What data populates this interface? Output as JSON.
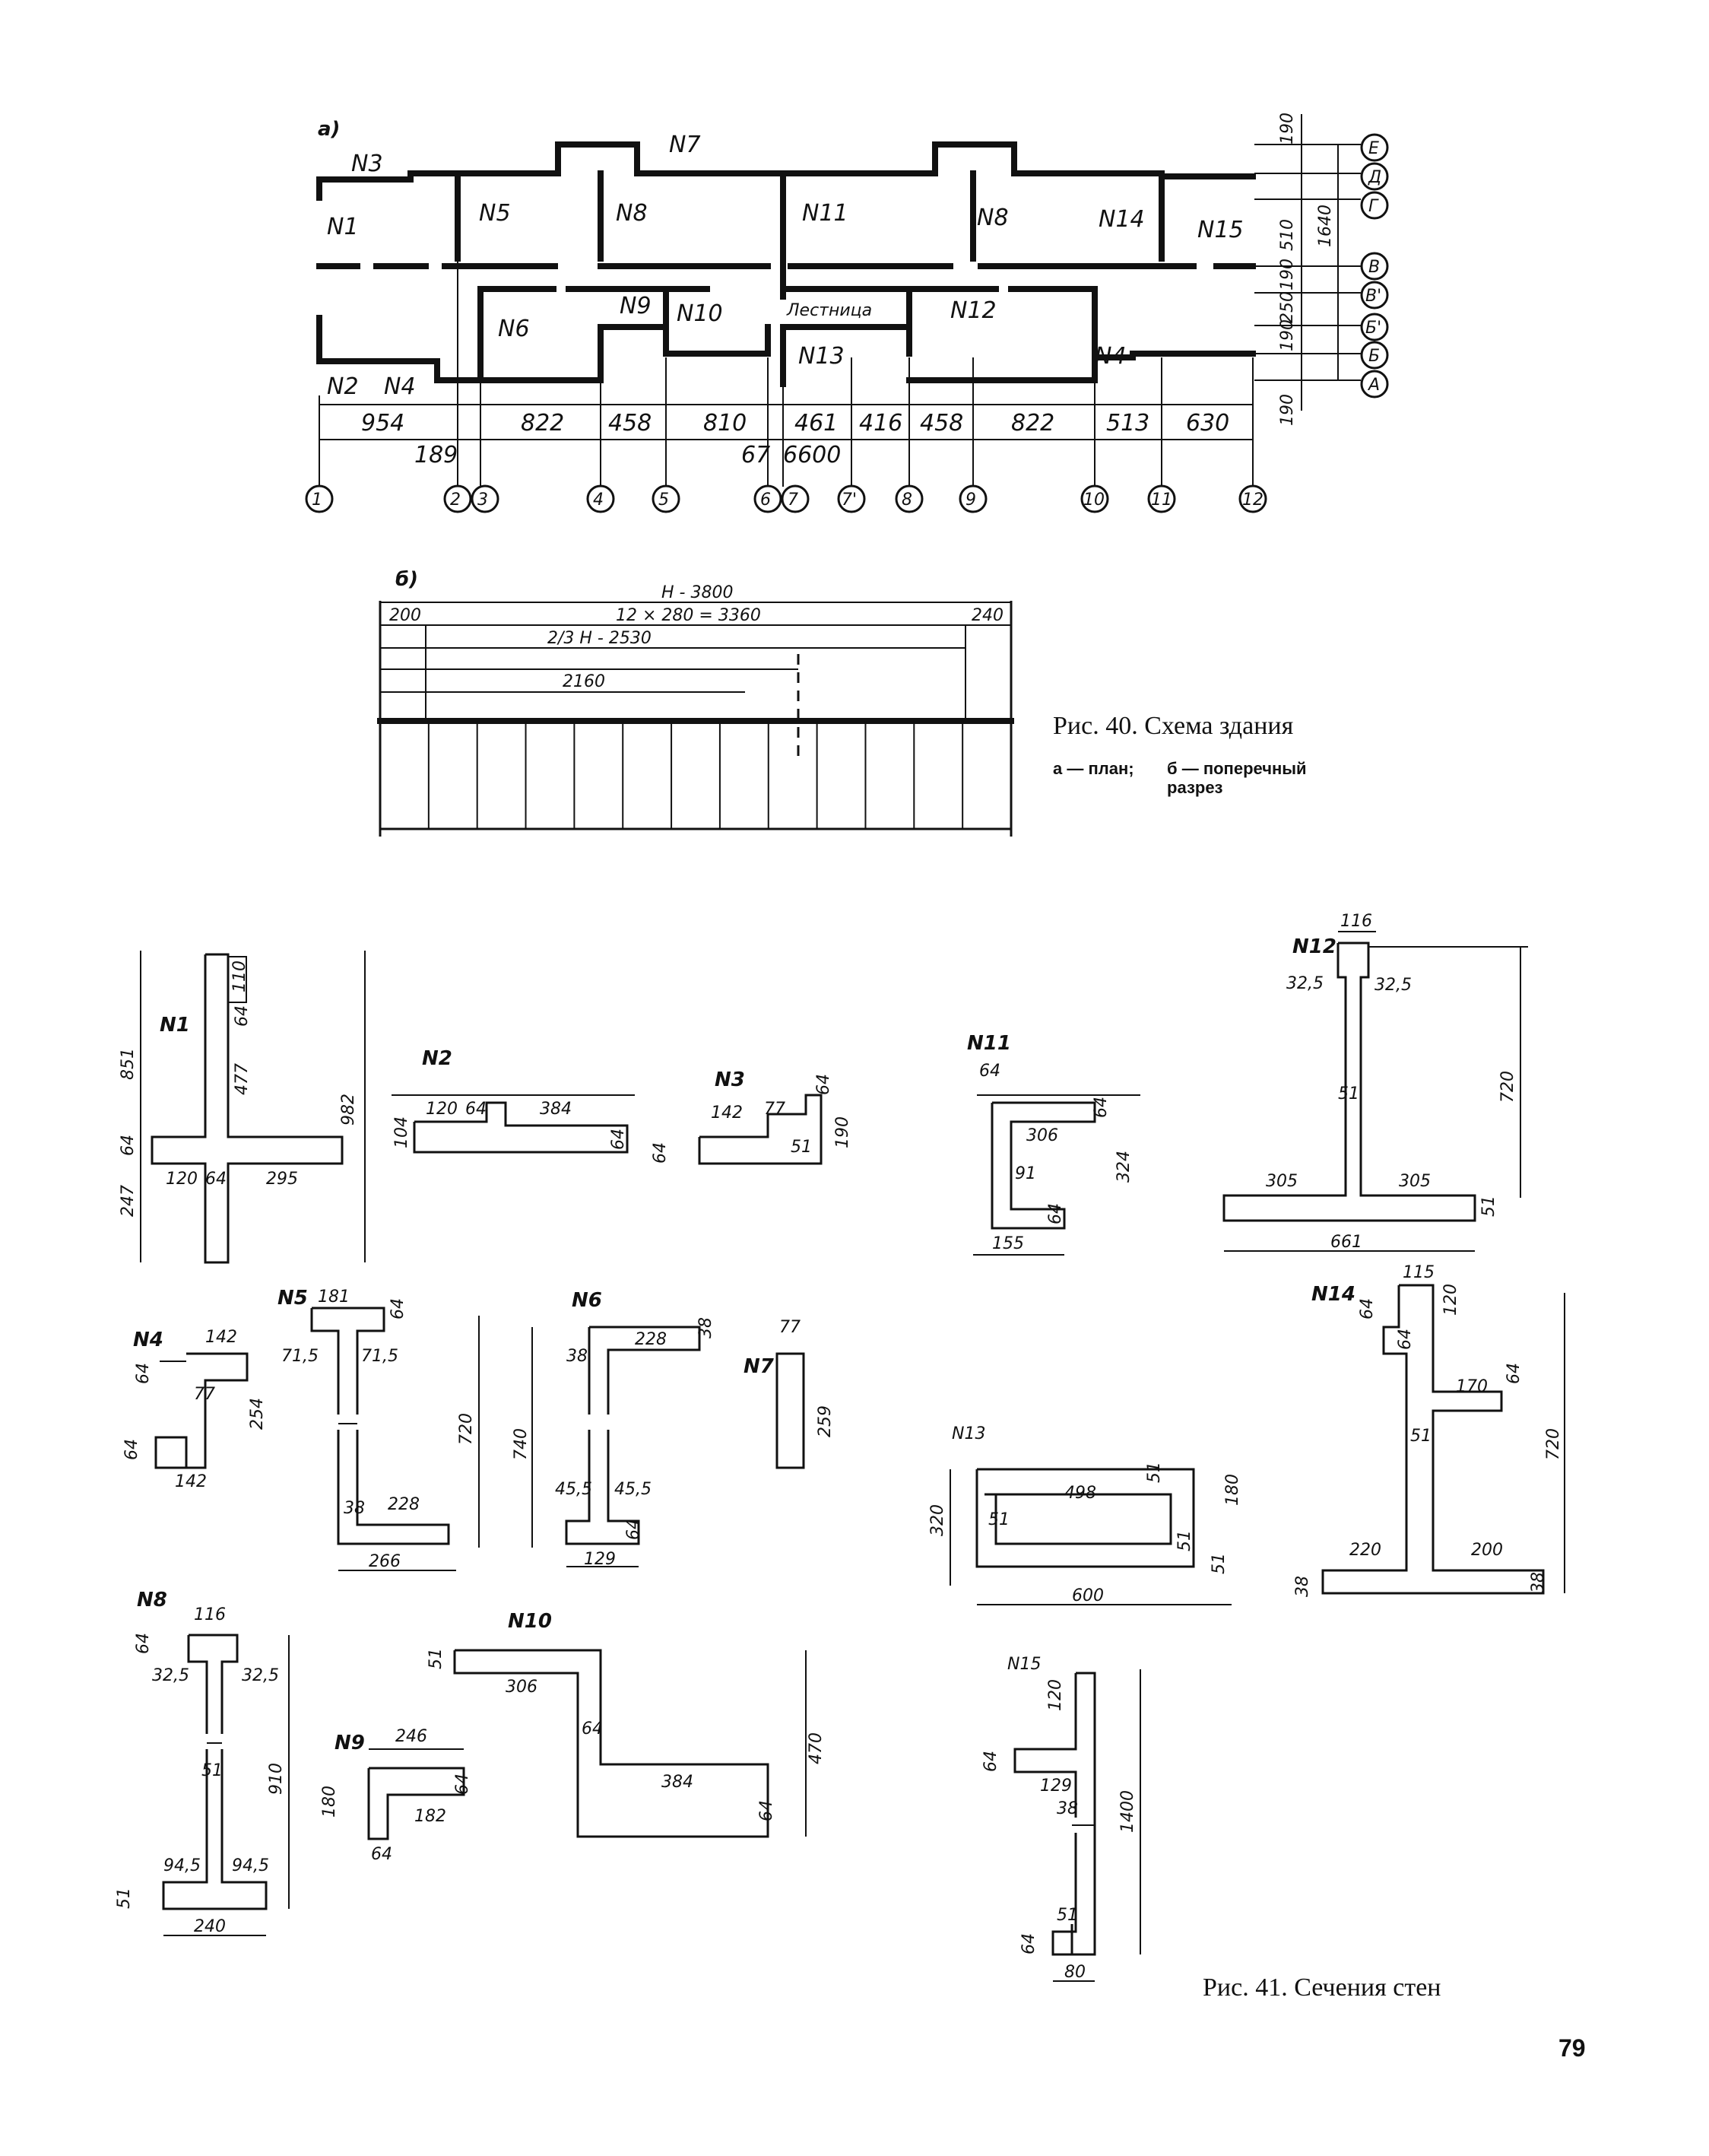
{
  "figure40": {
    "caption": "Рис. 40. Схема здания",
    "legend_a": "а — план;",
    "legend_b": "б — поперечный разрез",
    "plan": {
      "label": "а)",
      "walls": [
        "N1",
        "N2",
        "N3",
        "N4",
        "N5",
        "N6",
        "N7",
        "N8",
        "N9",
        "N10",
        "N11",
        "N12",
        "N13",
        "N14",
        "N15",
        "N8",
        "N4"
      ],
      "stair_label": "Лестница",
      "spans": [
        "954",
        "822",
        "458",
        "810",
        "461",
        "416",
        "458",
        "822",
        "513",
        "630"
      ],
      "overall": "6600",
      "small_dims": [
        "189",
        "67"
      ],
      "right_dims": [
        "190",
        "510",
        "1640",
        "190",
        "250",
        "190",
        "190"
      ],
      "axes_bottom": [
        "1",
        "2",
        "3",
        "4",
        "5",
        "6",
        "7",
        "7'",
        "8",
        "9",
        "10",
        "11",
        "12"
      ],
      "axes_right": [
        "Е",
        "Д",
        "Г",
        "В",
        "В'",
        "Б'",
        "Б",
        "А"
      ]
    },
    "section": {
      "label": "б)",
      "h": "H - 3800",
      "steps": "12 × 280 = 3360",
      "left": "200",
      "right": "240",
      "two_thirds": "2/3 H - 2530",
      "d2160": "2160"
    }
  },
  "figure41": {
    "caption": "Рис. 41. Сечения стен",
    "sections": [
      {
        "id": "N1",
        "dims": [
          "110",
          "64",
          "477",
          "64",
          "120",
          "64",
          "295",
          "851",
          "64",
          "247",
          "982"
        ]
      },
      {
        "id": "N2",
        "dims": [
          "120",
          "64",
          "384",
          "104",
          "64"
        ]
      },
      {
        "id": "N3",
        "dims": [
          "142",
          "77",
          "64",
          "51",
          "190",
          "64"
        ]
      },
      {
        "id": "N4",
        "dims": [
          "142",
          "64",
          "77",
          "254",
          "64",
          "142"
        ]
      },
      {
        "id": "N5",
        "dims": [
          "181",
          "64",
          "71,5",
          "71,5",
          "720",
          "38",
          "228",
          "266"
        ]
      },
      {
        "id": "N6",
        "dims": [
          "38",
          "228",
          "38",
          "740",
          "45,5",
          "45,5",
          "64",
          "129"
        ]
      },
      {
        "id": "N7",
        "dims": [
          "77",
          "259"
        ]
      },
      {
        "id": "N8",
        "dims": [
          "116",
          "64",
          "32,5",
          "32,5",
          "51",
          "910",
          "94,5",
          "94,5",
          "51",
          "240"
        ]
      },
      {
        "id": "N9",
        "dims": [
          "246",
          "180",
          "64",
          "182",
          "64"
        ]
      },
      {
        "id": "N10",
        "dims": [
          "51",
          "306",
          "64",
          "384",
          "64",
          "470"
        ]
      },
      {
        "id": "N11",
        "dims": [
          "64",
          "306",
          "64",
          "324",
          "91",
          "64",
          "155"
        ]
      },
      {
        "id": "N12",
        "dims": [
          "116",
          "32,5",
          "32,5",
          "51",
          "720",
          "305",
          "305",
          "51",
          "661"
        ]
      },
      {
        "id": "N13",
        "dims": [
          "498",
          "51",
          "180",
          "51",
          "51",
          "320",
          "51",
          "600"
        ]
      },
      {
        "id": "N14",
        "dims": [
          "115",
          "64",
          "64",
          "120",
          "170",
          "64",
          "51",
          "720",
          "220",
          "200",
          "38",
          "38"
        ]
      },
      {
        "id": "N15",
        "dims": [
          "120",
          "64",
          "129",
          "38",
          "1400",
          "51",
          "64",
          "80"
        ]
      }
    ]
  },
  "page_number": "79"
}
